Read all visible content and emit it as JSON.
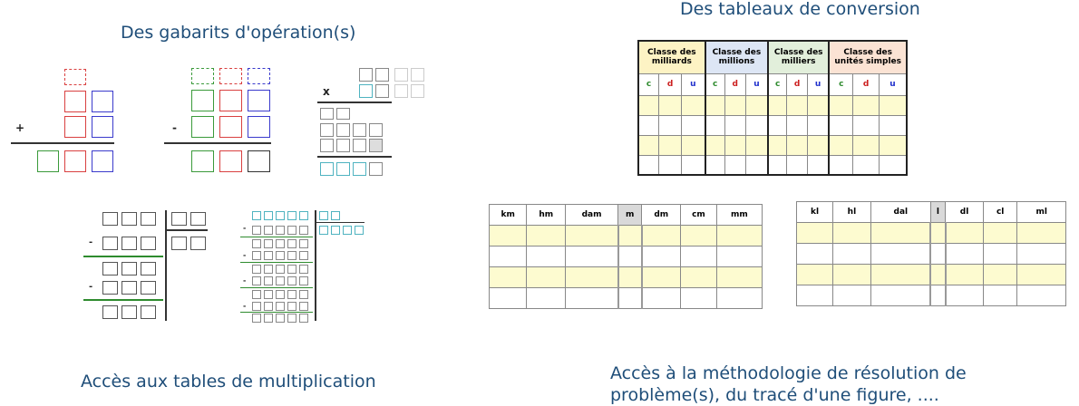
{
  "captions": {
    "templates": "Des gabarits d'opération(s)",
    "conversion": "Des tableaux de conversion",
    "multiplication": "Accès aux tables de multiplication",
    "methodology_line1": "Accès à la méthodologie de résolution de",
    "methodology_line2": "problème(s), du tracé d'une figure, ...."
  },
  "operations": {
    "addition_symbol": "+",
    "subtraction_symbol": "-",
    "multiplication_symbol": "x",
    "division_minus": "-"
  },
  "big_table": {
    "classes": [
      "Classe des milliards",
      "Classe des millions",
      "Classe des milliers",
      "Classe des unités simples"
    ],
    "class_colors": [
      "#fdf3c4",
      "#dde6f5",
      "#e2efdb",
      "#fbe3d4"
    ],
    "sub_headers": [
      "c",
      "d",
      "u"
    ],
    "sub_colors": [
      "#2e8b2e",
      "#cc2020",
      "#2030cc"
    ]
  },
  "length_table": {
    "headers": [
      "km",
      "hm",
      "dam",
      "m",
      "dm",
      "cm",
      "mm"
    ],
    "highlight": "m"
  },
  "volume_table": {
    "headers": [
      "kl",
      "hl",
      "dal",
      "l",
      "dl",
      "cl",
      "ml"
    ],
    "highlight": "l"
  },
  "colors": {
    "caption": "#1f4e79",
    "row_yellow": "#fdfbd0",
    "header_gray": "#d9d9d9",
    "red": "#d94040",
    "green": "#3a9a3a",
    "blue": "#3a3acc",
    "teal": "#4fb3c0"
  }
}
